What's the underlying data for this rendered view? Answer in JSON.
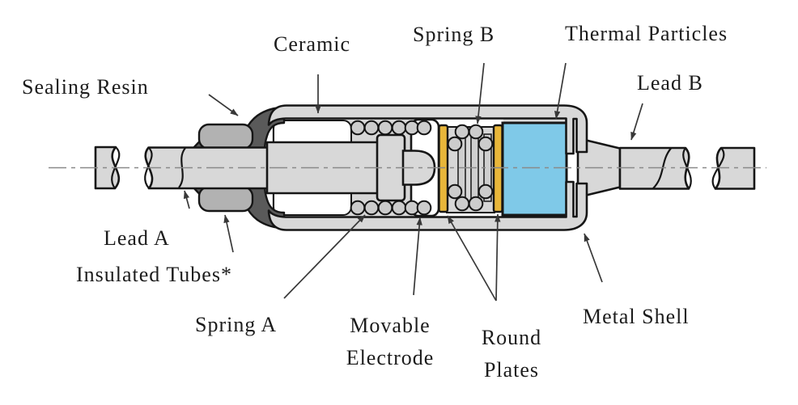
{
  "diagram": {
    "type": "technical cross-section diagram",
    "subject": "thermal fuse internal construction",
    "labels": {
      "sealing_resin": "Sealing Resin",
      "ceramic": "Ceramic",
      "spring_b": "Spring B",
      "thermal_particles": "Thermal Particles",
      "lead_b": "Lead B",
      "lead_a": "Lead A",
      "insulated_tubes": "Insulated Tubes*",
      "spring_a": "Spring A",
      "movable_electrode_line1": "Movable",
      "movable_electrode_line2": "Electrode",
      "round_plates_line1": "Round",
      "round_plates_line2": "Plates",
      "metal_shell": "Metal Shell"
    },
    "colors": {
      "thermal_particles_fill": "#7fc9e8",
      "round_plates_fill": "#e8b63a",
      "sealing_resin_fill": "#5a5a5a",
      "metal_fill": "#d8d8d8",
      "interior_fill": "#d7d7d7",
      "insulated_tube_fill": "#b2b2b2",
      "spring_fill": "#cccccc",
      "outline": "#161616",
      "centerline": "#8a8a8a",
      "leader": "#383838",
      "background": "#ffffff"
    }
  }
}
